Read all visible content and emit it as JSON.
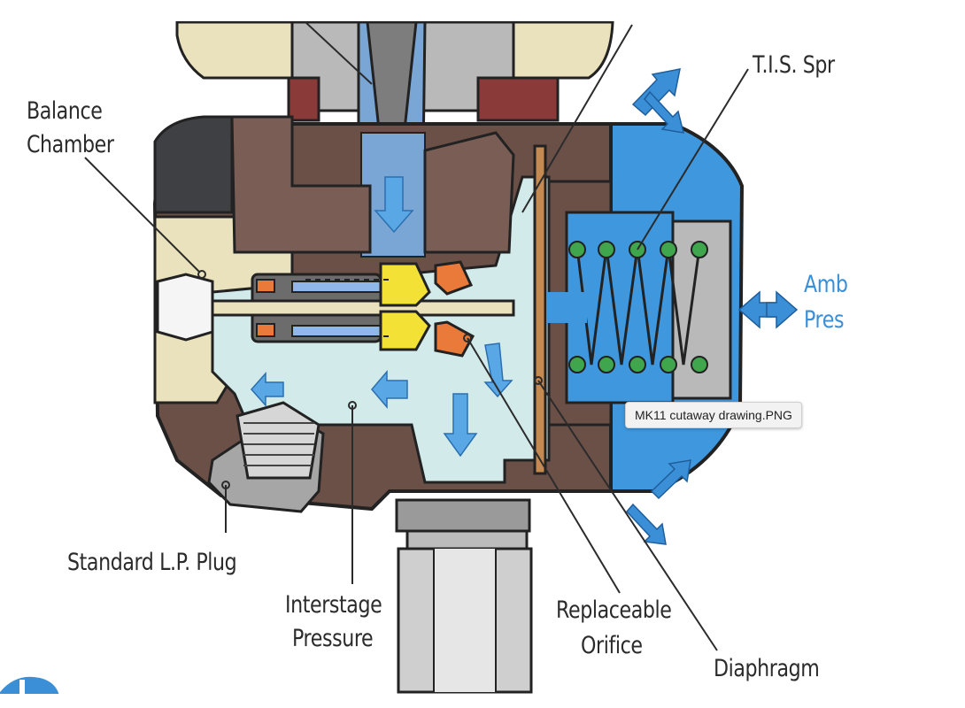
{
  "labels": {
    "balance_line1": "Balance",
    "balance_line2": "Chamber",
    "tis": "T.I.S. Spr",
    "ambient_line1": "Amb",
    "ambient_line2": "Pres",
    "lp_plug": "Standard L.P. Plug",
    "interstage_line1": "Interstage",
    "interstage_line2": "Pressure",
    "orifice_line1": "Replaceable",
    "orifice_line2": "Orifice",
    "diaphragm": "Diaphragm"
  },
  "tooltip": {
    "text": "MK11 cutaway drawing.PNG"
  },
  "colors": {
    "body_brown": "#6b5048",
    "beige": "#e9e2bc",
    "metal_gray": "#b9b9b9",
    "ambient_blue": "#3f97de",
    "water_light": "#d2eaea",
    "seat_orange": "#e97a3a",
    "poppet_yellow": "#f3e235",
    "spring_green": "#3fa64e",
    "arrow_blue": "#3a8fd6",
    "diaphragm_tan": "#c48a52"
  }
}
